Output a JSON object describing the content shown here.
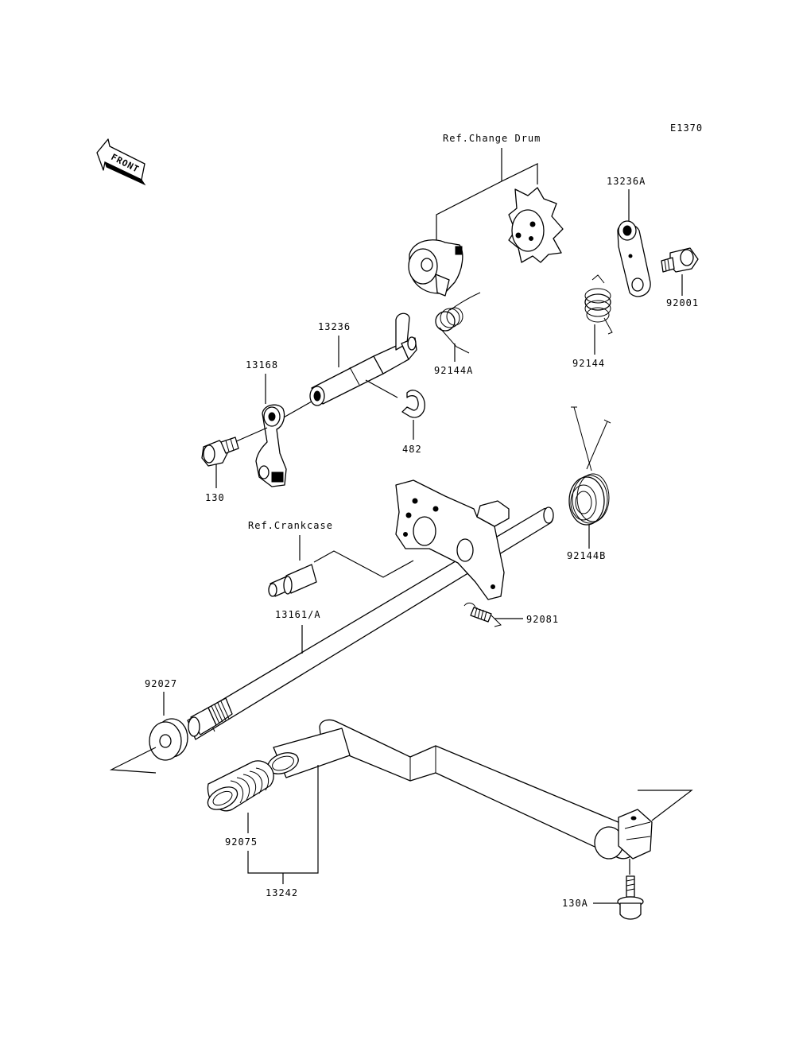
{
  "diagram": {
    "code": "E1370",
    "front_label": "FRONT",
    "labels": {
      "ref_change_drum": "Ref.Change Drum",
      "ref_crankcase": "Ref.Crankcase",
      "p13236A": "13236A",
      "p92001": "92001",
      "p92144": "92144",
      "p92144A": "92144A",
      "p13236": "13236",
      "p13168": "13168",
      "p482": "482",
      "p130": "130",
      "p92144B": "92144B",
      "p92081": "92081",
      "p13161A": "13161/A",
      "p92027": "92027",
      "p92075": "92075",
      "p13242": "13242",
      "p130A": "130A"
    }
  }
}
